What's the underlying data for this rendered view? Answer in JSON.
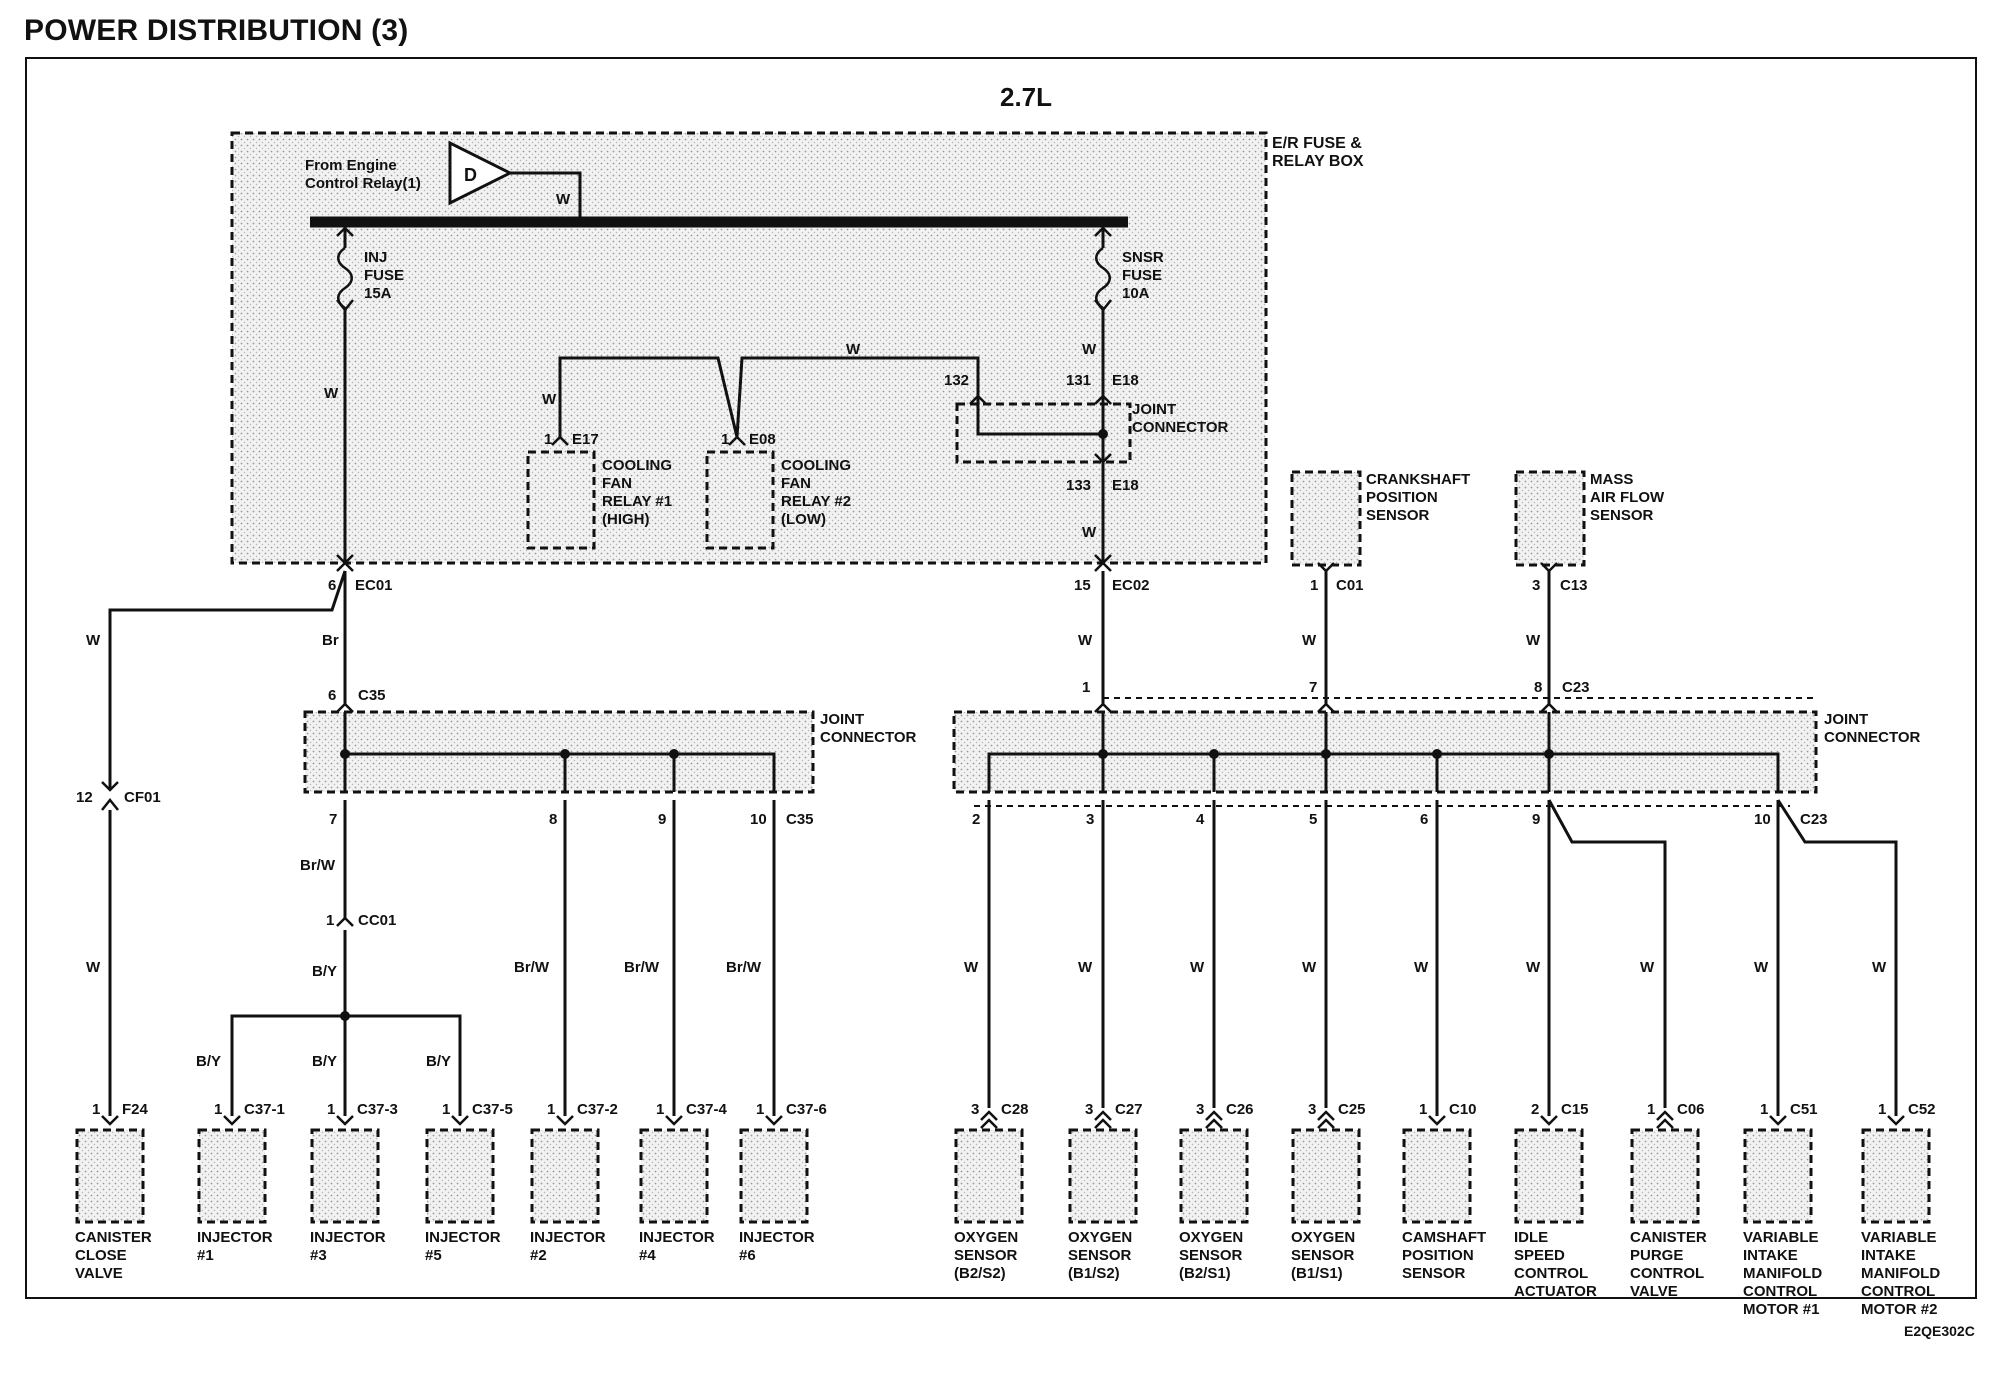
{
  "title": "POWER DISTRIBUTION (3)",
  "variant": "2.7L",
  "code": "E2QE302C",
  "er_box_label": [
    "E/R FUSE &",
    "RELAY BOX"
  ],
  "source": {
    "label": [
      "From Engine",
      "Control Relay(1)"
    ],
    "symbol": "D",
    "wire": "W"
  },
  "fuses": [
    {
      "name": [
        "INJ",
        "FUSE",
        "15A"
      ]
    },
    {
      "name": [
        "SNSR",
        "FUSE",
        "10A"
      ]
    }
  ],
  "relays": [
    {
      "pin": "1",
      "conn": "E17",
      "name": [
        "COOLING",
        "FAN",
        "RELAY #1",
        "(HIGH)"
      ]
    },
    {
      "pin": "1",
      "conn": "E08",
      "name": [
        "COOLING",
        "FAN",
        "RELAY #2",
        "(LOW)"
      ]
    }
  ],
  "inner_joint": {
    "label": [
      "JOINT",
      "CONNECTOR"
    ],
    "pins": [
      "132",
      "131",
      "133"
    ],
    "conn": "E18"
  },
  "sensors_top": [
    {
      "name": [
        "CRANKSHAFT",
        "POSITION",
        "SENSOR"
      ],
      "pin": "1",
      "conn": "C01"
    },
    {
      "name": [
        "MASS",
        "AIR FLOW",
        "SENSOR"
      ],
      "pin": "3",
      "conn": "C13"
    }
  ],
  "connectors": {
    "ec01": {
      "pin": "6",
      "conn": "EC01"
    },
    "ec02": {
      "pin": "15",
      "conn": "EC02"
    },
    "c35": {
      "pin": "6",
      "conn": "C35"
    },
    "c23": {
      "pin": "8",
      "conn": "C23"
    },
    "cf01": {
      "pin": "12",
      "conn": "CF01"
    },
    "cc01": {
      "pin": "1",
      "conn": "CC01"
    }
  },
  "joint_left": {
    "label": [
      "JOINT",
      "CONNECTOR"
    ],
    "in_pin": "6",
    "out_pins": [
      "7",
      "8",
      "9",
      "10"
    ],
    "conn": "C35"
  },
  "joint_right": {
    "label": [
      "JOINT",
      "CONNECTOR"
    ],
    "in_pins": [
      "1",
      "7",
      "8"
    ],
    "out_pins": [
      "2",
      "3",
      "4",
      "5",
      "6",
      "9",
      "10"
    ],
    "conn": "C23"
  },
  "wire_colors": {
    "w": "W",
    "br": "Br",
    "brw": "Br/W",
    "by": "B/Y"
  },
  "components": [
    {
      "name": [
        "CANISTER",
        "CLOSE",
        "VALVE"
      ],
      "pin": "1",
      "conn": "F24"
    },
    {
      "name": [
        "INJECTOR",
        "#1"
      ],
      "pin": "1",
      "conn": "C37-1"
    },
    {
      "name": [
        "INJECTOR",
        "#3"
      ],
      "pin": "1",
      "conn": "C37-3"
    },
    {
      "name": [
        "INJECTOR",
        "#5"
      ],
      "pin": "1",
      "conn": "C37-5"
    },
    {
      "name": [
        "INJECTOR",
        "#2"
      ],
      "pin": "1",
      "conn": "C37-2"
    },
    {
      "name": [
        "INJECTOR",
        "#4"
      ],
      "pin": "1",
      "conn": "C37-4"
    },
    {
      "name": [
        "INJECTOR",
        "#6"
      ],
      "pin": "1",
      "conn": "C37-6"
    },
    {
      "name": [
        "OXYGEN",
        "SENSOR",
        "(B2/S2)"
      ],
      "pin": "3",
      "conn": "C28"
    },
    {
      "name": [
        "OXYGEN",
        "SENSOR",
        "(B1/S2)"
      ],
      "pin": "3",
      "conn": "C27"
    },
    {
      "name": [
        "OXYGEN",
        "SENSOR",
        "(B2/S1)"
      ],
      "pin": "3",
      "conn": "C26"
    },
    {
      "name": [
        "OXYGEN",
        "SENSOR",
        "(B1/S1)"
      ],
      "pin": "3",
      "conn": "C25"
    },
    {
      "name": [
        "CAMSHAFT",
        "POSITION",
        "SENSOR"
      ],
      "pin": "1",
      "conn": "C10"
    },
    {
      "name": [
        "IDLE",
        "SPEED",
        "CONTROL",
        "ACTUATOR"
      ],
      "pin": "2",
      "conn": "C15"
    },
    {
      "name": [
        "CANISTER",
        "PURGE",
        "CONTROL",
        "VALVE"
      ],
      "pin": "1",
      "conn": "C06"
    },
    {
      "name": [
        "VARIABLE",
        "INTAKE",
        "MANIFOLD",
        "CONTROL",
        "MOTOR #1"
      ],
      "pin": "1",
      "conn": "C51"
    },
    {
      "name": [
        "VARIABLE",
        "INTAKE",
        "MANIFOLD",
        "CONTROL",
        "MOTOR #2"
      ],
      "pin": "1",
      "conn": "C52"
    }
  ]
}
